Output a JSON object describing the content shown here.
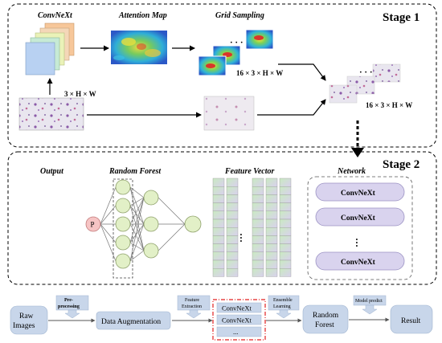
{
  "stage1": {
    "title": "Stage 1",
    "convnext_label": "ConvNeXt",
    "attention_label": "Attention Map",
    "grid_label": "Grid Sampling",
    "dim_input": "3 × H × W",
    "dim_grid": "16 × 3 × H × W",
    "dim_out": "16 × 3 × H × W"
  },
  "stage2": {
    "title": "Stage 2",
    "output_label": "Output",
    "rf_label": "Random Forest",
    "fv_label": "Feature Vector",
    "network_label": "Network",
    "p_node": "P",
    "convnext_boxes": [
      "ConvNeXt",
      "ConvNeXt",
      "ConvNeXt"
    ]
  },
  "pipeline": {
    "raw": [
      "Raw",
      "Images"
    ],
    "preproc": [
      "Pre-",
      "processing"
    ],
    "augment": "Data Augmentation",
    "feature_ext": [
      "Feature",
      "Extraction"
    ],
    "models": [
      "ConvNeXt",
      "ConvNeXt",
      "..."
    ],
    "ensemble": [
      "Ensemble",
      "Learning"
    ],
    "rf": [
      "Random",
      "Forest"
    ],
    "model_predict": "Model predict",
    "result": "Result"
  },
  "colors": {
    "flow_box": "#c8d6ea",
    "node_fill": "#e2f0c7",
    "p_fill": "#f6c4c4",
    "convnext_fill": "#d9d3ee",
    "red_dash": "#e32222"
  }
}
